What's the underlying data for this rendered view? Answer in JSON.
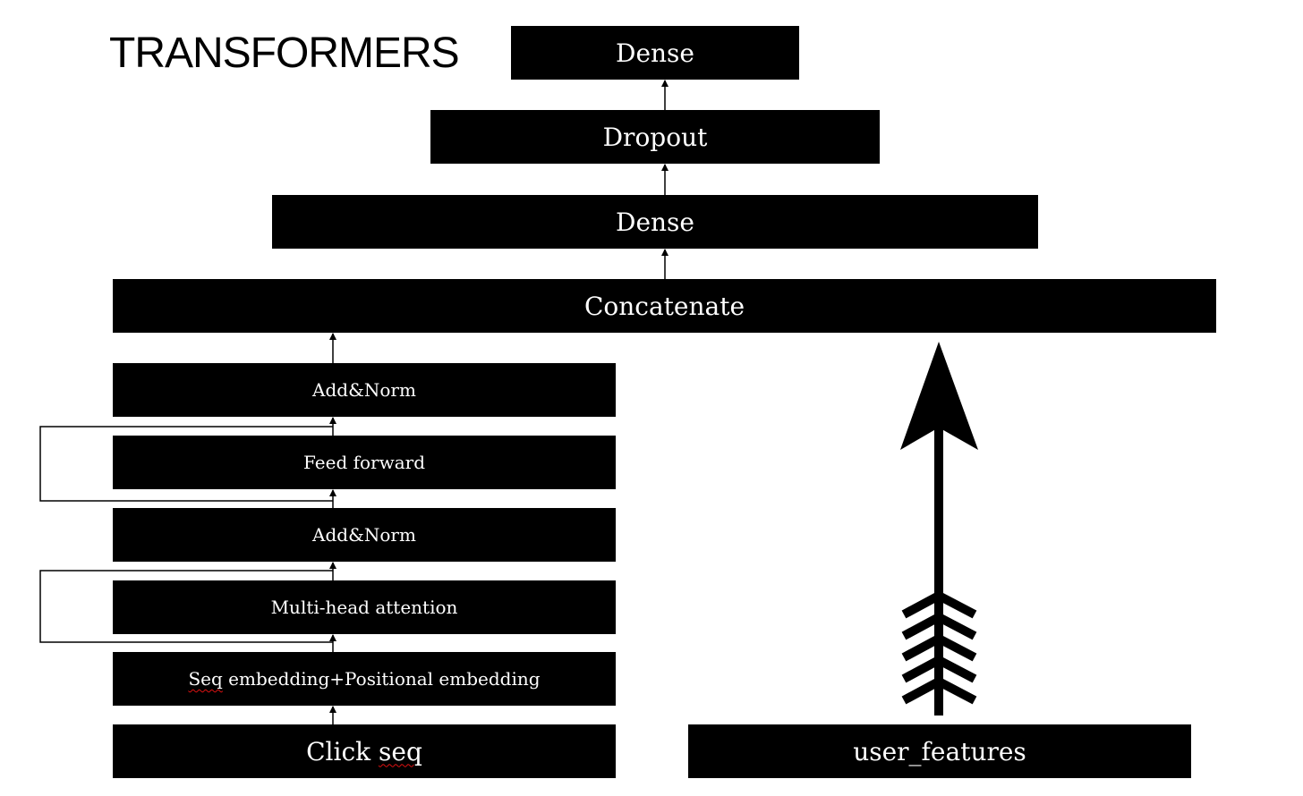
{
  "title": "TRANSFORMERS",
  "colors": {
    "block": "#000000",
    "block_text": "#ffffff",
    "background": "#ffffff",
    "spell_underline": "#dd1111"
  },
  "icons": {
    "user_features_arrow": "feathered-arrow-up-icon"
  },
  "blocks": {
    "dense_top": "Dense",
    "dropout": "Dropout",
    "dense_mid": "Dense",
    "concatenate": "Concatenate",
    "add_norm_top": "Add&Norm",
    "feed_forward": "Feed forward",
    "add_norm_bottom": "Add&Norm",
    "multi_head_attention": "Multi-head attention",
    "embedding": {
      "seq_word": "Seq",
      "rest": " embedding+Positional embedding"
    },
    "click_seq": {
      "prefix": "Click ",
      "seq_word": "seq"
    },
    "user_features": "user_features"
  }
}
